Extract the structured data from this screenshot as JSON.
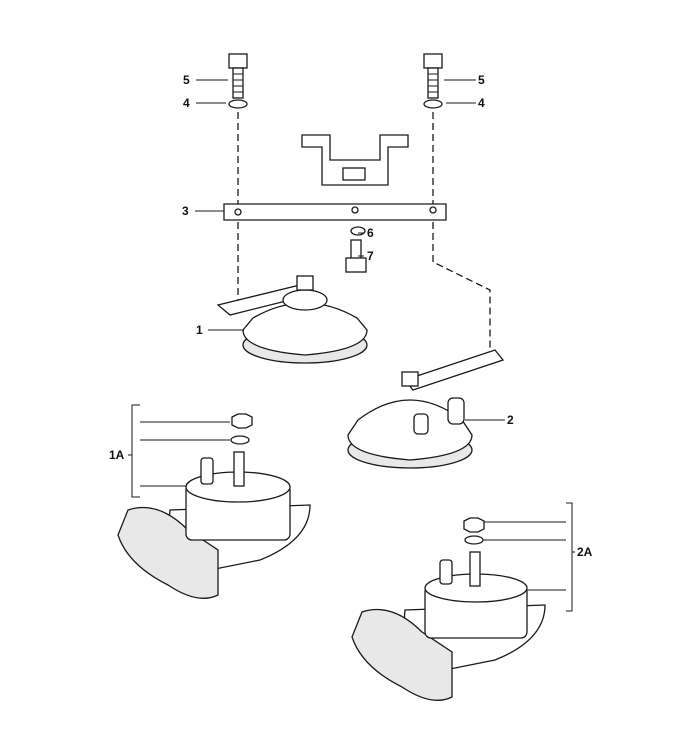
{
  "diagram": {
    "title": "Horn assembly exploded view",
    "callouts": {
      "bolt_left": "5",
      "washer_left": "4",
      "bolt_right": "5",
      "washer_right": "4",
      "bracket": "3",
      "lock_washer": "6",
      "bolt_center": "7",
      "horn_low": "1",
      "horn_high": "2",
      "horn_kit_1a": "1A",
      "horn_kit_2a": "2A"
    }
  }
}
